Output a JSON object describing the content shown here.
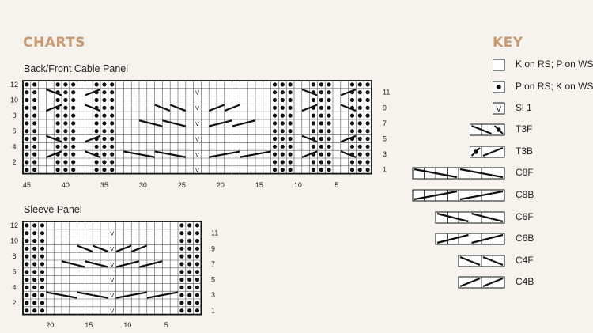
{
  "headings": {
    "charts": "CHARTS",
    "key": "KEY"
  },
  "colors": {
    "heading": "#c89a72",
    "background": "#f6f3ee",
    "ink": "#111111"
  },
  "charts": [
    {
      "title": "Back/Front Cable Panel",
      "columns": 45,
      "rows": 12,
      "row_labels_left": [
        "12",
        "10",
        "8",
        "6",
        "4",
        "2"
      ],
      "row_labels_right": [
        "11",
        "9",
        "7",
        "5",
        "3",
        "1"
      ],
      "col_labels": [
        "45",
        "40",
        "35",
        "30",
        "25",
        "20",
        "15",
        "10",
        "5"
      ],
      "purl_columns": [
        1,
        2,
        3,
        6,
        7,
        8,
        11,
        12,
        13,
        34,
        35,
        36,
        39,
        40,
        41,
        44,
        45
      ],
      "slip_column": 23
    },
    {
      "title": "Sleeve Panel",
      "columns": 23,
      "rows": 12,
      "row_labels_left": [
        "12",
        "10",
        "8",
        "6",
        "4",
        "2"
      ],
      "row_labels_right": [
        "11",
        "9",
        "7",
        "5",
        "3",
        "1"
      ],
      "col_labels": [
        "20",
        "15",
        "10",
        "5"
      ],
      "purl_columns": [
        1,
        2,
        3,
        21,
        22,
        23
      ],
      "slip_column": 12
    }
  ],
  "slip_symbol": "V",
  "key": [
    {
      "symbol": "knit",
      "label": "K on RS; P on WS"
    },
    {
      "symbol": "purl",
      "label": "P on RS; K on WS"
    },
    {
      "symbol": "slip",
      "label": "Sl 1"
    },
    {
      "symbol": "T3F",
      "label": "T3F"
    },
    {
      "symbol": "T3B",
      "label": "T3B"
    },
    {
      "symbol": "C8F",
      "label": "C8F"
    },
    {
      "symbol": "C8B",
      "label": "C8B"
    },
    {
      "symbol": "C6F",
      "label": "C6F"
    },
    {
      "symbol": "C6B",
      "label": "C6B"
    },
    {
      "symbol": "C4F",
      "label": "C4F"
    },
    {
      "symbol": "C4B",
      "label": "C4B"
    }
  ]
}
